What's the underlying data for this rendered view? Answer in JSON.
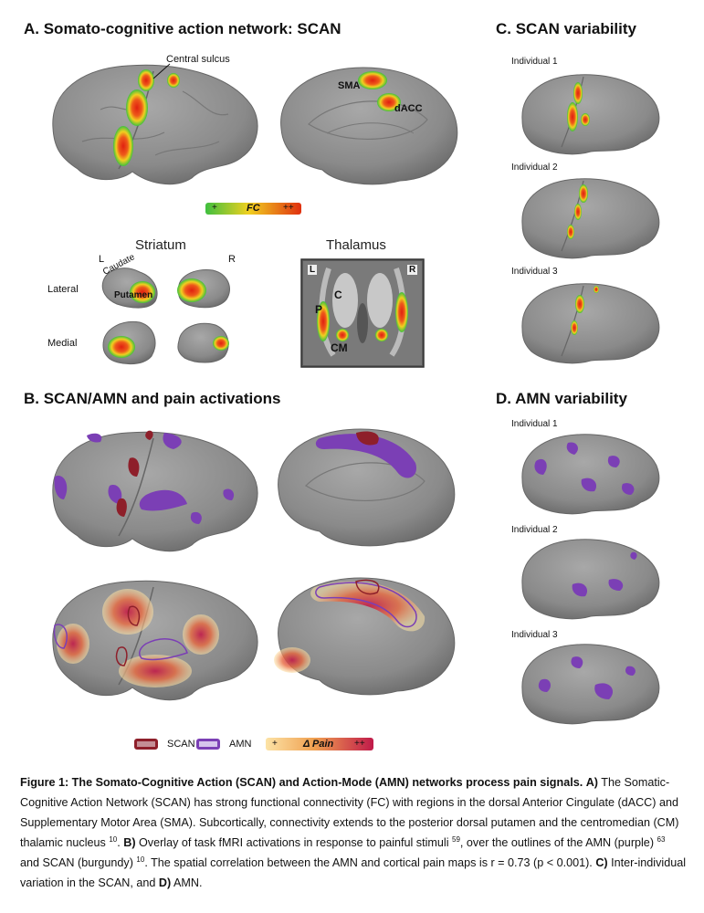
{
  "panels": {
    "a_title": "A.  Somato-cognitive action network: SCAN",
    "b_title": "B.  SCAN/AMN and pain activations",
    "c_title": "C.  SCAN variability",
    "d_title": "D.  AMN variability"
  },
  "panel_a": {
    "central_sulcus": "Central sulcus",
    "sma": "SMA",
    "dacc": "dACC",
    "fc_plus": "+",
    "fc_label": "FC",
    "fc_plusplus": "++",
    "striatum_title": "Striatum",
    "thalamus_title": "Thalamus",
    "left": "L",
    "right": "R",
    "lateral": "Lateral",
    "medial": "Medial",
    "caudate": "Caudate",
    "putamen": "Putamen",
    "thal_l": "L",
    "thal_r": "R",
    "thal_c": "C",
    "thal_p": "P",
    "thal_cm": "CM"
  },
  "panel_c": {
    "individuals": [
      "Individual 1",
      "Individual 2",
      "Individual 3"
    ]
  },
  "panel_d": {
    "individuals": [
      "Individual 1",
      "Individual 2",
      "Individual 3"
    ]
  },
  "legend_b": {
    "scan": "SCAN",
    "amn": "AMN",
    "pain_plus": "+",
    "pain_label": "Δ Pain",
    "pain_plusplus": "++"
  },
  "caption": {
    "title": "Figure 1: The Somato-Cognitive Action (SCAN) and Action-Mode (AMN) networks process pain signals.",
    "a": "A)",
    "text1": " The Somatic-Cognitive Action Network (SCAN) has strong functional connectivity (FC) with regions in the dorsal Anterior Cingulate (dACC) and Supplementary Motor Area (SMA). Subcortically, connectivity extends to the posterior dorsal putamen and the centromedian (CM) thalamic nucleus ",
    "ref1": "10",
    "text1b": ". ",
    "b": "B)",
    "text2": " Overlay of task fMRI activations in response to painful stimuli ",
    "ref2": "59",
    "text3": ", over the outlines of the AMN (purple) ",
    "ref3": "63",
    "text4": " and SCAN (burgundy) ",
    "ref4": "10",
    "text5": ". The spatial correlation between the AMN and cortical pain maps is r = 0.73 (p < 0.001). ",
    "c": "C)",
    "text6": " Inter-individual variation in the SCAN, and ",
    "d": "D)",
    "text7": " AMN."
  },
  "colors": {
    "brain": "#8c8c8c",
    "brain_dark": "#6e6e6e",
    "amn": "#7b3fb5",
    "scan": "#8e1f2a",
    "fc_low": "#3fbf3f",
    "fc_mid": "#e8d020",
    "fc_high": "#e02010"
  }
}
